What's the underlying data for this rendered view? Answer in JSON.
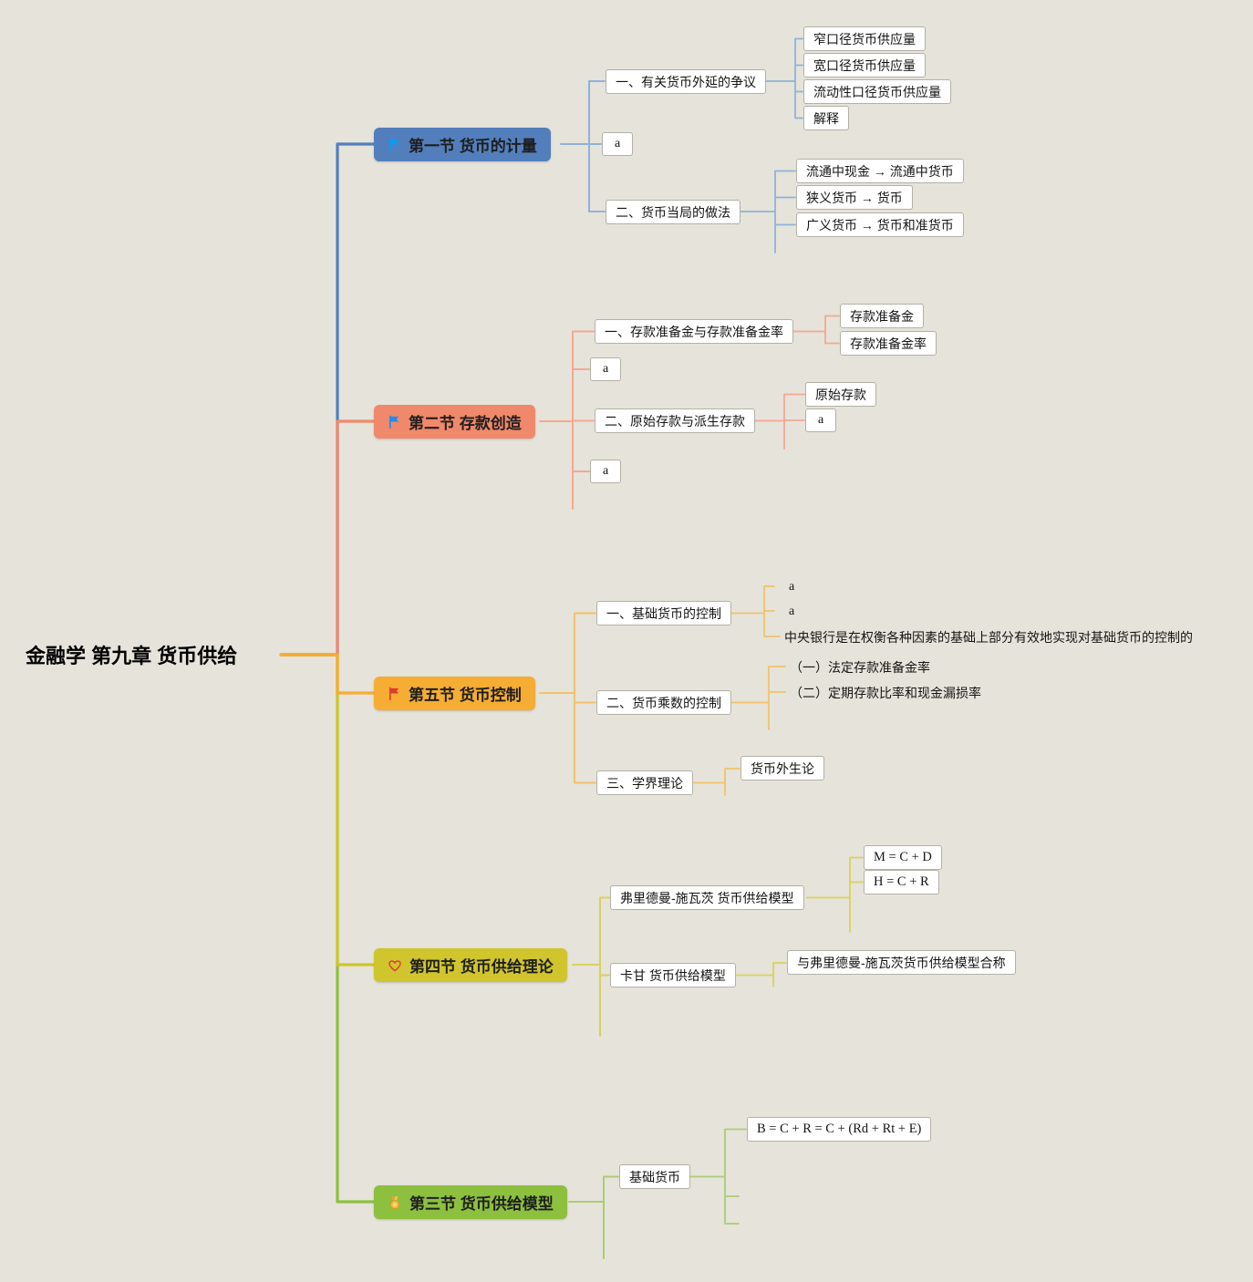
{
  "canvas": {
    "background": "#e6e3da"
  },
  "root": {
    "label": "金融学 第九章 货币供给"
  },
  "branches": [
    {
      "label": "第一节 货币的计量",
      "icon": "blue-flag-icon",
      "color": "#527fbc",
      "line_color": "#8fb2da",
      "children": [
        {
          "label": "一、有关货币外延的争议",
          "children": [
            {
              "label": "窄口径货币供应量"
            },
            {
              "label": "宽口径货币供应量"
            },
            {
              "label": "流动性口径货币供应量"
            },
            {
              "label": "解释"
            }
          ]
        },
        {
          "label": "a"
        },
        {
          "label": "二、货币当局的做法",
          "children": [
            {
              "label": "流通中现金 → 流通中货币"
            },
            {
              "label": "狭义货币 → 货币"
            },
            {
              "label": "广义货币 → 货币和准货币"
            }
          ]
        }
      ]
    },
    {
      "label": "第二节 存款创造",
      "icon": "blue-flag-icon",
      "color": "#f0886b",
      "line_color": "#f4a890",
      "children": [
        {
          "label": "一、存款准备金与存款准备金率",
          "children": [
            {
              "label": "存款准备金"
            },
            {
              "label": "存款准备金率"
            }
          ]
        },
        {
          "label": "a"
        },
        {
          "label": "二、原始存款与派生存款",
          "children": [
            {
              "label": "原始存款"
            },
            {
              "label": "a"
            }
          ]
        },
        {
          "label": "a"
        }
      ]
    },
    {
      "label": "第五节 货币控制",
      "icon": "red-flag-icon",
      "color": "#f5ad33",
      "line_color": "#f2c26c",
      "children": [
        {
          "label": "一、基础货币的控制",
          "children": [
            {
              "label": "a"
            },
            {
              "label": "a"
            },
            {
              "label": "中央银行是在权衡各种因素的基础上部分有效地实现对基础货币的控制的"
            }
          ]
        },
        {
          "label": "二、货币乘数的控制",
          "children": [
            {
              "label": "（一）法定存款准备金率"
            },
            {
              "label": "（二）定期存款比率和现金漏损率"
            }
          ]
        },
        {
          "label": "三、学界理论",
          "children": [
            {
              "label": "货币外生论"
            }
          ]
        }
      ]
    },
    {
      "label": "第四节 货币供给理论",
      "icon": "heart-icon",
      "color": "#d0c52c",
      "line_color": "#d9d15c",
      "children": [
        {
          "label": "弗里德曼-施瓦茨 货币供给模型",
          "children": [
            {
              "label": "M = C + D"
            },
            {
              "label": "H = C + R"
            }
          ]
        },
        {
          "label": "卡甘 货币供给模型",
          "children": [
            {
              "label": "与弗里德曼-施瓦茨货币供给模型合称"
            }
          ]
        }
      ]
    },
    {
      "label": "第三节 货币供给模型",
      "icon": "medal-icon",
      "color": "#8dc03e",
      "line_color": "#a9cd74",
      "children": [
        {
          "label": "基础货币",
          "children": [
            {
              "label": "B = C + R = C + (Rd + Rt + E)"
            }
          ]
        }
      ]
    }
  ]
}
